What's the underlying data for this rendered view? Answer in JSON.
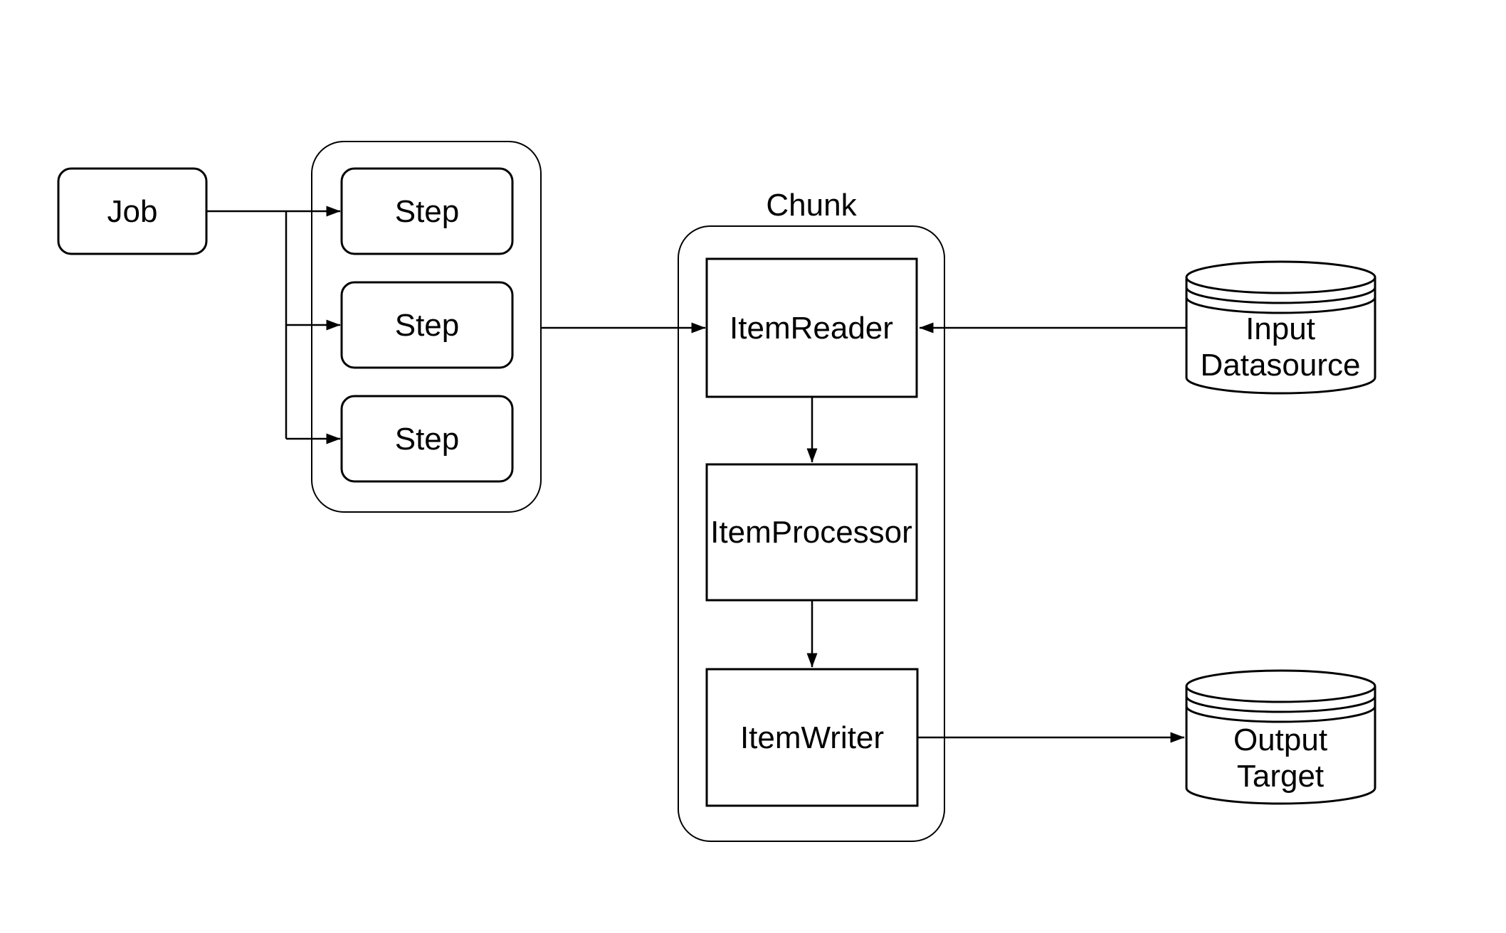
{
  "diagram": {
    "type": "flowchart",
    "background_color": "#ffffff",
    "stroke_color": "#000000",
    "text_color": "#000000",
    "nodes": {
      "job": {
        "label": "Job",
        "shape": "rounded-rectangle"
      },
      "steps_container": {
        "shape": "rounded-container"
      },
      "step1": {
        "label": "Step",
        "shape": "rounded-rectangle"
      },
      "step2": {
        "label": "Step",
        "shape": "rounded-rectangle"
      },
      "step3": {
        "label": "Step",
        "shape": "rounded-rectangle"
      },
      "chunk": {
        "label": "Chunk",
        "shape": "rounded-container"
      },
      "item_reader": {
        "label": "ItemReader",
        "shape": "rectangle"
      },
      "item_processor": {
        "label": "ItemProcessor",
        "shape": "rectangle"
      },
      "item_writer": {
        "label": "ItemWriter",
        "shape": "rectangle"
      },
      "input_datasource": {
        "line1": "Input",
        "line2": "Datasource",
        "shape": "cylinder"
      },
      "output_target": {
        "line1": "Output",
        "line2": "Target",
        "shape": "cylinder"
      }
    },
    "edges": [
      {
        "from": "job",
        "to": "step1",
        "arrow": true
      },
      {
        "from": "job",
        "to": "step2",
        "arrow": true
      },
      {
        "from": "job",
        "to": "step3",
        "arrow": true
      },
      {
        "from": "steps_container",
        "to": "item_reader",
        "arrow": true
      },
      {
        "from": "input_datasource",
        "to": "item_reader",
        "arrow": true
      },
      {
        "from": "item_reader",
        "to": "item_processor",
        "arrow": true
      },
      {
        "from": "item_processor",
        "to": "item_writer",
        "arrow": true
      },
      {
        "from": "item_writer",
        "to": "output_target",
        "arrow": true
      }
    ]
  }
}
